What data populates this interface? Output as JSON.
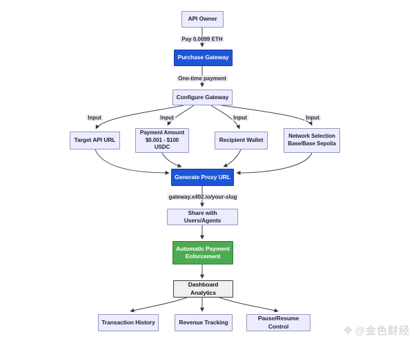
{
  "diagram": {
    "nodes": {
      "api_owner": {
        "label": "API Owner",
        "type": "default"
      },
      "purchase_gateway": {
        "label": "Purchase Gateway",
        "type": "blue"
      },
      "configure_gateway": {
        "label": "Configure Gateway",
        "type": "default"
      },
      "target_api_url": {
        "label": "Target API URL",
        "type": "default"
      },
      "payment_amount": {
        "label": "Payment Amount\n$0.001 - $100 USDC",
        "type": "default"
      },
      "recipient_wallet": {
        "label": "Recipient Wallet",
        "type": "default"
      },
      "network_selection": {
        "label": "Network Selection\nBase/Base Sepolia",
        "type": "default"
      },
      "generate_proxy_url": {
        "label": "Generate Proxy URL",
        "type": "blue"
      },
      "share_with_users": {
        "label": "Share with Users/Agents",
        "type": "default"
      },
      "automatic_payment": {
        "label": "Automatic Payment\nEnforcement",
        "type": "green"
      },
      "dashboard_analytics": {
        "label": "Dashboard Analytics",
        "type": "grey"
      },
      "transaction_history": {
        "label": "Transaction History",
        "type": "default"
      },
      "revenue_tracking": {
        "label": "Revenue Tracking",
        "type": "default"
      },
      "pause_resume": {
        "label": "Pause/Resume Control",
        "type": "default"
      }
    },
    "edge_labels": {
      "pay": "Pay 0.0099 ETH",
      "one_time": "One-time payment",
      "input": "Input",
      "proxy_url": "gateway.x402.io/your-slug"
    },
    "colors": {
      "node_fill": "#ECECFF",
      "node_border": "#9695BA",
      "blue_fill": "#1E55D8",
      "blue_border": "#0D36A8",
      "green_fill": "#4CAA50",
      "green_border": "#2E7D32",
      "grey_fill": "#F0F0F0",
      "grey_border": "#3A3A3A",
      "edge_stroke": "#40404A"
    }
  },
  "watermark": {
    "logo_glyph": "❖",
    "text": "@金色财经"
  }
}
